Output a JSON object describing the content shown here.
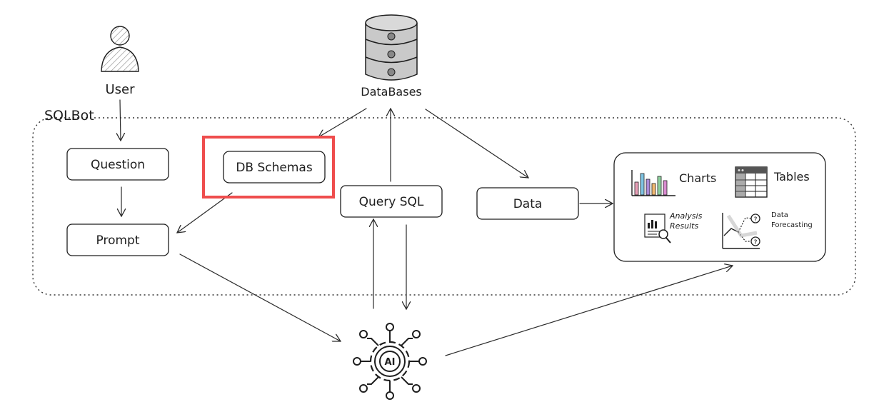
{
  "nodes": {
    "user": "User",
    "databases": "DataBases",
    "sqlbot": "SQLBot",
    "question": "Question",
    "db_schemas": "DB Schemas",
    "query_sql": "Query SQL",
    "data": "Data",
    "prompt": "Prompt",
    "ai_badge": "AI"
  },
  "results": {
    "charts": "Charts",
    "tables": "Tables",
    "analysis_line1": "Analysis",
    "analysis_line2": "Results",
    "forecast_line1": "Data",
    "forecast_line2": "Forecasting"
  },
  "highlight_color": "#ef4d4d",
  "chart_bar_colors": [
    "#e8a0b8",
    "#7fc4e3",
    "#a98ad8",
    "#f0b870",
    "#8fd19e",
    "#d98ad0"
  ]
}
